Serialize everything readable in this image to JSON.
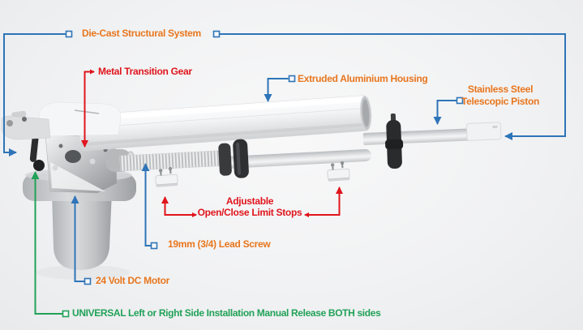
{
  "colors": {
    "label_orange": "#e8761e",
    "label_red": "#e0151c",
    "label_green": "#21a258",
    "line_blue": "#2e74b8",
    "background": "#f1f2f3"
  },
  "callouts": {
    "die_cast": {
      "label": "Die-Cast Structural System"
    },
    "metal_transition_gear": {
      "label": "Metal Transition Gear"
    },
    "extruded_housing": {
      "label": "Extruded Aluminium Housing"
    },
    "telescopic_piston": {
      "label_line1": "Stainless Steel",
      "label_line2": "Telescopic Piston"
    },
    "limit_stops": {
      "label_line1": "Adjustable",
      "label_line2": "Open/Close Limit Stops"
    },
    "lead_screw": {
      "label": "19mm (3/4) Lead Screw"
    },
    "dc_motor": {
      "label": "24 Volt DC Motor"
    },
    "universal_install": {
      "label": "UNIVERSAL Left or Right Side Installation Manual Release BOTH sides"
    }
  }
}
